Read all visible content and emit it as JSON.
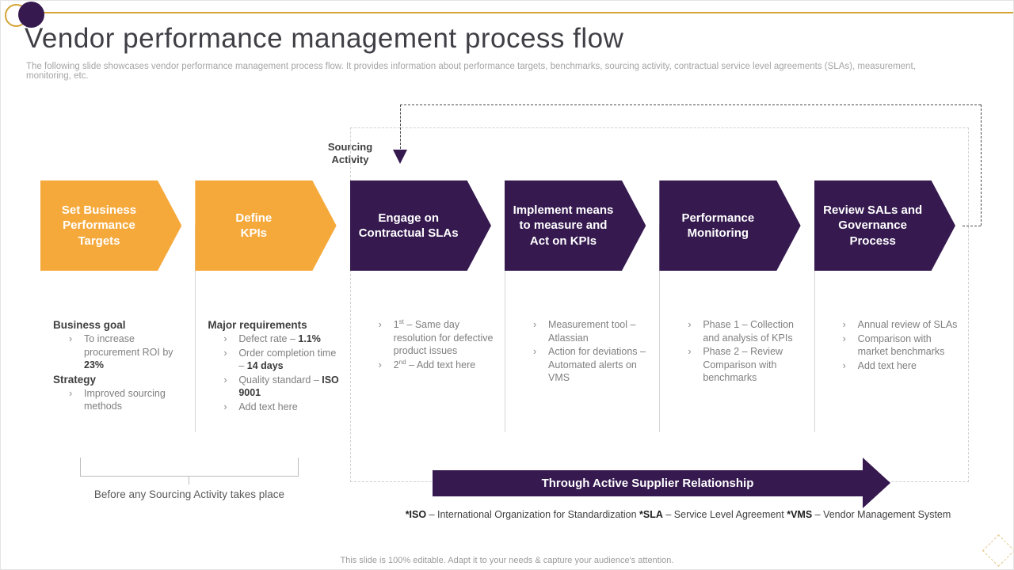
{
  "header": {
    "title": "Vendor performance management process flow",
    "subtitle": "The following slide showcases vendor performance management process flow. It provides information about performance targets, benchmarks, sourcing activity, contractual service level agreements (SLAs), measurement, monitoring, etc."
  },
  "colors": {
    "purple": "#35194F",
    "orange": "#F6A93B",
    "gold": "#D4A437"
  },
  "flow": {
    "sourcing_activity_label": "Sourcing Activity",
    "bracket_label": "Before any Sourcing Activity takes place",
    "bottom_arrow_label": "Through Active Supplier Relationship"
  },
  "steps": [
    {
      "label": "Set Business\nPerformance Targets",
      "color": "orange",
      "details": [
        {
          "type": "heading",
          "text": "Business goal"
        },
        {
          "type": "bullet",
          "segments": [
            {
              "t": "To increase procurement ROI by "
            },
            {
              "t": "23%",
              "b": true
            }
          ]
        },
        {
          "type": "heading",
          "text": "Strategy"
        },
        {
          "type": "bullet",
          "segments": [
            {
              "t": "Improved sourcing methods"
            }
          ]
        }
      ]
    },
    {
      "label": "Define\nKPIs",
      "color": "orange",
      "details": [
        {
          "type": "heading",
          "text": "Major requirements"
        },
        {
          "type": "bullet",
          "segments": [
            {
              "t": "Defect rate – "
            },
            {
              "t": "1.1%",
              "b": true
            }
          ]
        },
        {
          "type": "bullet",
          "segments": [
            {
              "t": "Order completion time – "
            },
            {
              "t": "14 days",
              "b": true
            }
          ]
        },
        {
          "type": "bullet",
          "segments": [
            {
              "t": "Quality standard – "
            },
            {
              "t": "ISO 9001",
              "b": true
            }
          ]
        },
        {
          "type": "bullet",
          "segments": [
            {
              "t": "Add text here"
            }
          ]
        }
      ]
    },
    {
      "label": "Engage on\nContractual SLAs",
      "color": "purple",
      "details": [
        {
          "type": "bullet",
          "segments": [
            {
              "t": "1"
            },
            {
              "t": "st",
              "sup": true
            },
            {
              "t": " – Same day resolution for defective product issues"
            }
          ]
        },
        {
          "type": "bullet",
          "segments": [
            {
              "t": "2"
            },
            {
              "t": "nd",
              "sup": true
            },
            {
              "t": " – Add text here"
            }
          ]
        }
      ]
    },
    {
      "label": "Implement means\nto measure and\nAct on KPIs",
      "color": "purple",
      "details": [
        {
          "type": "bullet",
          "segments": [
            {
              "t": "Measurement tool – Atlassian"
            }
          ]
        },
        {
          "type": "bullet",
          "segments": [
            {
              "t": "Action for deviations – Automated alerts on VMS"
            }
          ]
        }
      ]
    },
    {
      "label": "Performance\nMonitoring",
      "color": "purple",
      "details": [
        {
          "type": "bullet",
          "segments": [
            {
              "t": "Phase 1 – Collection and analysis of KPIs"
            }
          ]
        },
        {
          "type": "bullet",
          "segments": [
            {
              "t": "Phase 2 – Review Comparison with benchmarks"
            }
          ]
        }
      ]
    },
    {
      "label": "Review SALs and\nGovernance\nProcess",
      "color": "purple",
      "details": [
        {
          "type": "bullet",
          "segments": [
            {
              "t": "Annual review of SLAs"
            }
          ]
        },
        {
          "type": "bullet",
          "segments": [
            {
              "t": "Comparison with market benchmarks"
            }
          ]
        },
        {
          "type": "bullet",
          "segments": [
            {
              "t": "Add text here"
            }
          ]
        }
      ]
    }
  ],
  "footnote": {
    "segments": [
      {
        "t": "*ISO",
        "b": true
      },
      {
        "t": " – International Organization for Standardization "
      },
      {
        "t": "*SLA",
        "b": true
      },
      {
        "t": " – Service Level Agreement "
      },
      {
        "t": "*VMS",
        "b": true
      },
      {
        "t": " – Vendor Management System"
      }
    ]
  },
  "footer": {
    "note": "This slide is 100% editable. Adapt it to your needs & capture your audience's attention."
  }
}
